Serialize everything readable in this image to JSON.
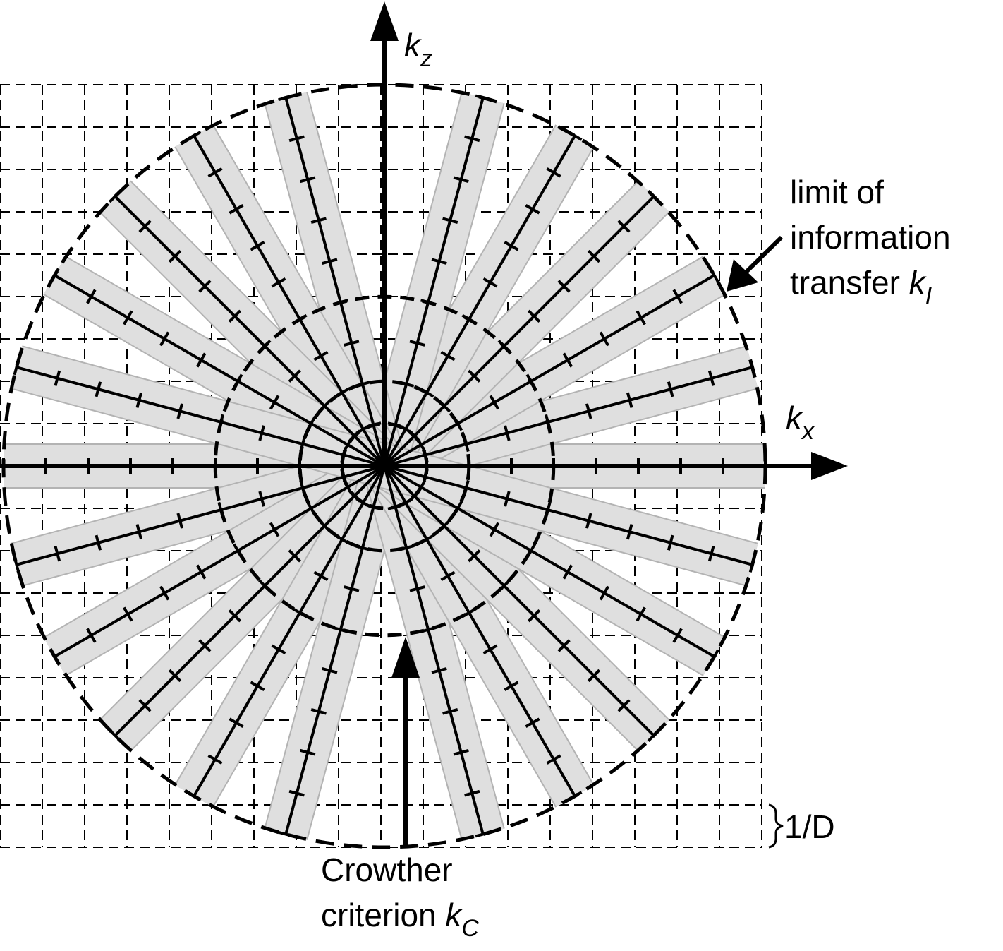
{
  "axes": {
    "kx": {
      "main": "k",
      "sub": "x"
    },
    "kz": {
      "main": "k",
      "sub": "z"
    }
  },
  "annotations": {
    "limit": {
      "line1": "limit of",
      "line2": "information",
      "line3_text": "transfer ",
      "line3_main": "k",
      "line3_sub": "I"
    },
    "crowther": {
      "line1": "Crowther",
      "line2_text": "criterion ",
      "line2_main": "k",
      "line2_sub": "C"
    },
    "grid_spacing": "1/D"
  },
  "diagram": {
    "grid_cells": 18,
    "projection_angles_deg": [
      0,
      15,
      30,
      45,
      60,
      75,
      105,
      120,
      135,
      150,
      165
    ],
    "samples_per_half_line": 9,
    "circle_radii_rel": [
      0.111,
      0.222,
      0.444,
      1.0
    ],
    "colors": {
      "ink": "#000000",
      "band": "#e6e6e6",
      "band_edge": "#b3b3b3"
    }
  }
}
